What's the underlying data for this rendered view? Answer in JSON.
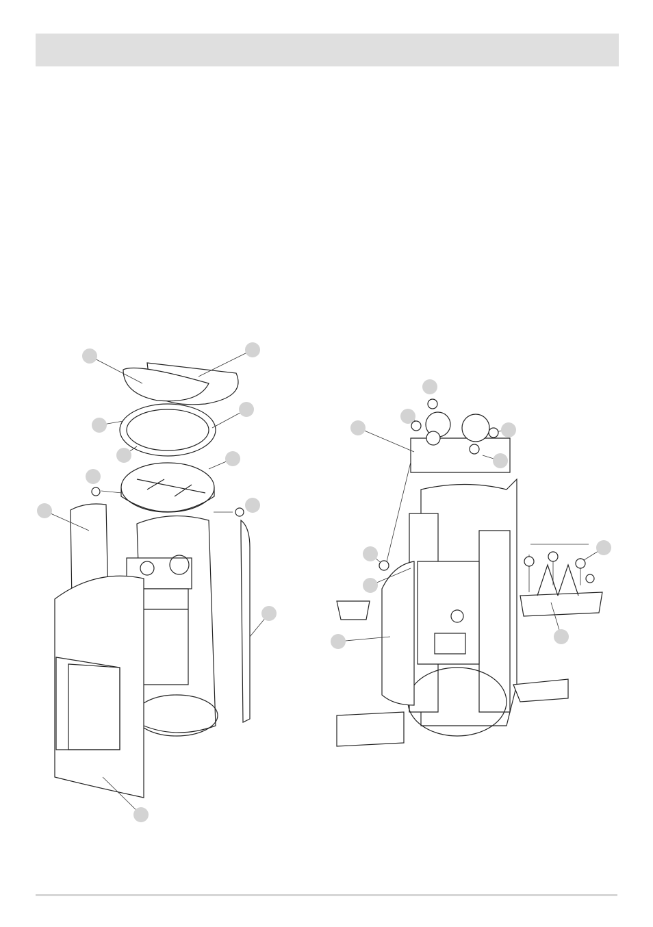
{
  "page": {
    "header_color": "#dfdfdf",
    "footer_line_color": "#d6d6d6",
    "balloon_color": "#d3d3d3"
  },
  "diagrams": [
    {
      "name": "stove-cladding-exploded-view",
      "balloon_count": 11
    },
    {
      "name": "stove-internals-exploded-view",
      "balloon_count": 10
    }
  ]
}
